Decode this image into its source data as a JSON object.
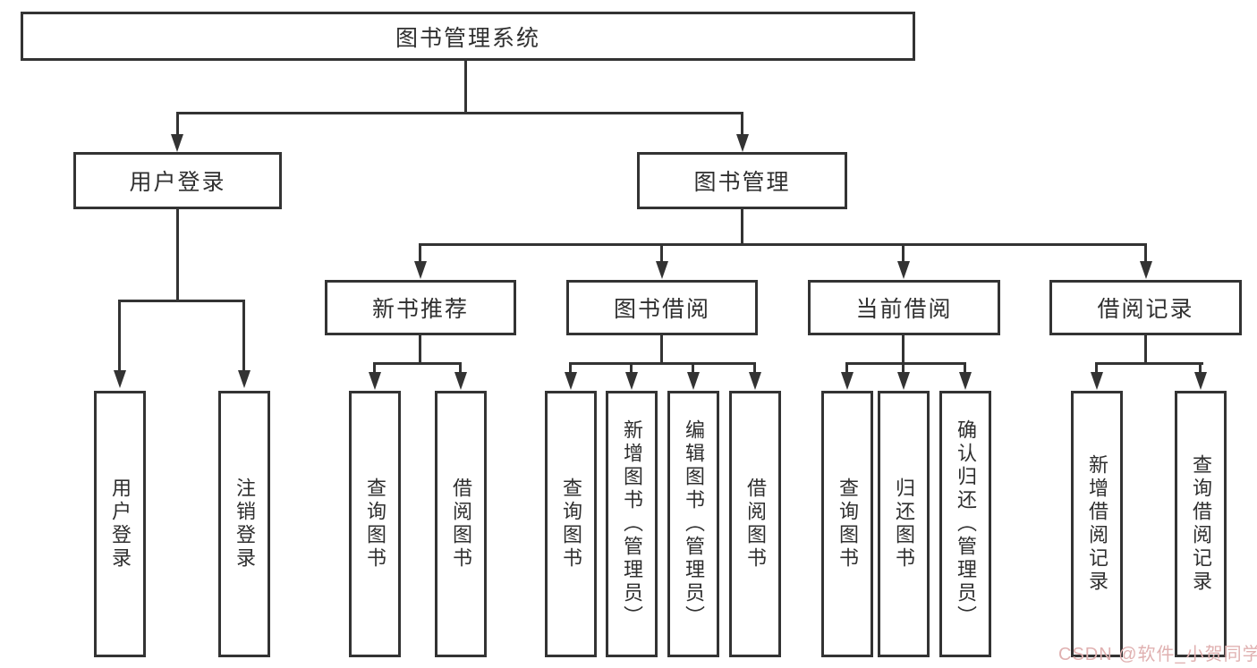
{
  "diagram": {
    "type": "hierarchy-tree",
    "line_color": "#333333",
    "text_color": "#2f2f2f",
    "background_color": "#ffffff",
    "root": {
      "label": "图书管理系统"
    },
    "level2": {
      "login": {
        "label": "用户登录"
      },
      "management": {
        "label": "图书管理"
      }
    },
    "level3": {
      "recommend": {
        "label": "新书推荐"
      },
      "borrow": {
        "label": "图书借阅"
      },
      "current": {
        "label": "当前借阅"
      },
      "records": {
        "label": "借阅记录"
      }
    },
    "level4": {
      "login_children": [
        {
          "label": "用户登录"
        },
        {
          "label": "注销登录"
        }
      ],
      "recommend_children": [
        {
          "label": "查询图书"
        },
        {
          "label": "借阅图书"
        }
      ],
      "borrow_children": [
        {
          "label": "查询图书"
        },
        {
          "label": "新增图书（管理员）"
        },
        {
          "label": "编辑图书（管理员）"
        },
        {
          "label": "借阅图书"
        }
      ],
      "current_children": [
        {
          "label": "查询图书"
        },
        {
          "label": "归还图书"
        },
        {
          "label": "确认归还（管理员）"
        }
      ],
      "records_children": [
        {
          "label": "新增借阅记录"
        },
        {
          "label": "查询借阅记录"
        }
      ]
    },
    "watermark": {
      "text": "CSDN @软件_小贺同学",
      "color": "#e0b1b1"
    }
  }
}
